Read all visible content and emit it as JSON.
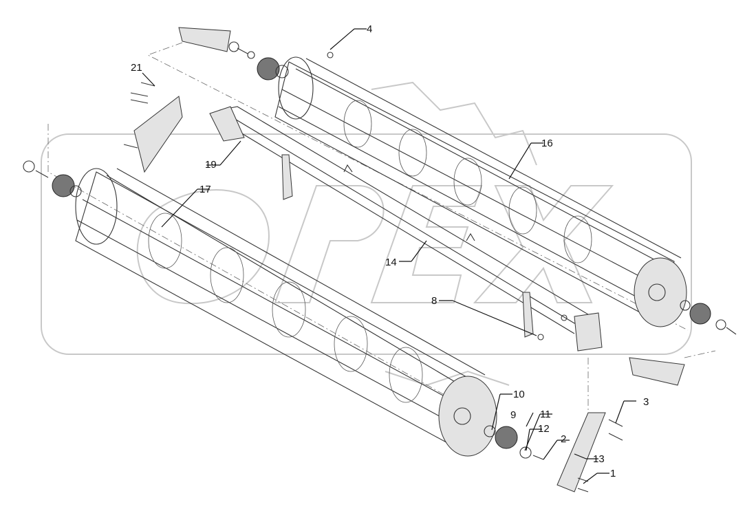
{
  "watermark": "OPEX",
  "corner_code": "",
  "callouts": {
    "c1": "1",
    "c2": "2",
    "c3": "3",
    "c4": "4",
    "c8": "8",
    "c9": "9",
    "c10": "10",
    "c11": "11",
    "c12": "12",
    "c13": "13",
    "c14": "14",
    "c16": "16",
    "c17": "17",
    "c19": "19",
    "c21": "21"
  }
}
